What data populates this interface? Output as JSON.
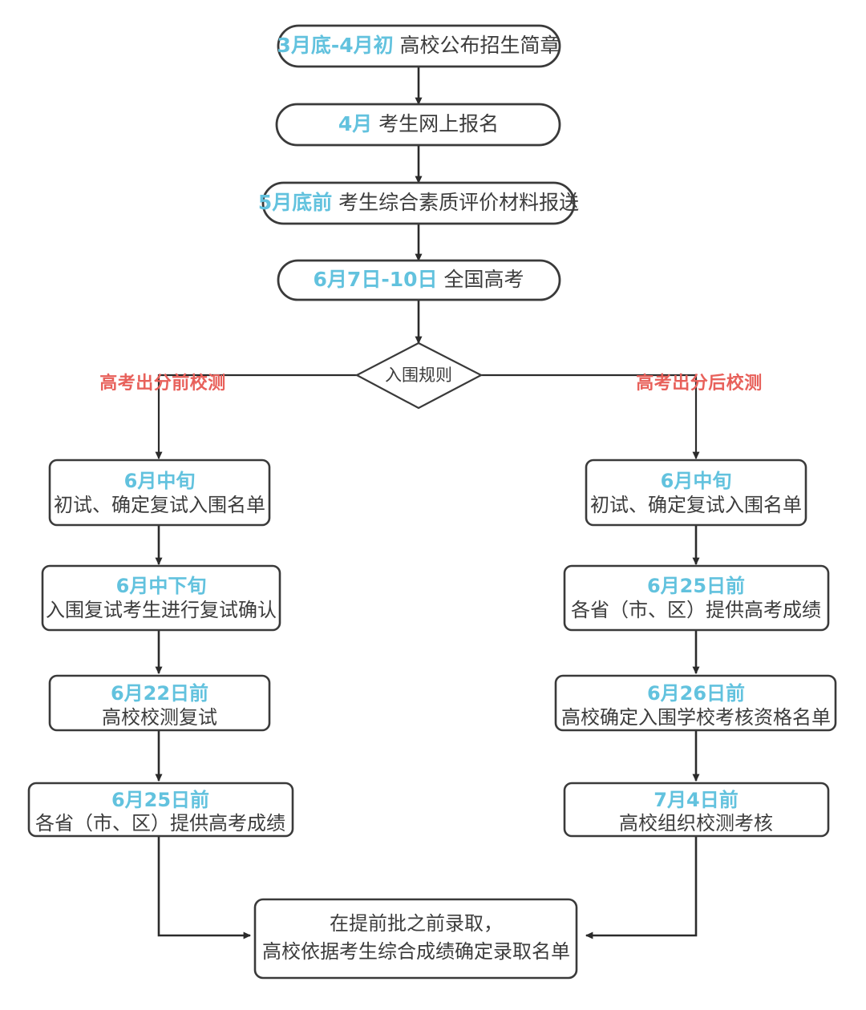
{
  "diagram": {
    "title_semantic": "strong-foundation-plan-admission-timeline-flowchart",
    "colors": {
      "date_blue": "#62c2de",
      "branch_red": "#e8615b",
      "text_gray": "#3c3c3c",
      "line": "#2b2b2b",
      "box_border": "#3a3a3a",
      "background": "#ffffff"
    },
    "main_chain": [
      {
        "id": "n1",
        "shape": "pill",
        "date": "3月底-4月初",
        "text": "高校公布招生简章"
      },
      {
        "id": "n2",
        "shape": "pill",
        "date": "4月",
        "text": "考生网上报名"
      },
      {
        "id": "n3",
        "shape": "pill",
        "date": "5月底前",
        "text": "考生综合素质评价材料报送"
      },
      {
        "id": "n4",
        "shape": "pill",
        "date": "6月7日-10日",
        "text": "全国高考"
      }
    ],
    "decision": {
      "id": "d1",
      "shape": "diamond",
      "text": "入围规则"
    },
    "branches": {
      "left": {
        "label": "高考出分前校测",
        "nodes": [
          {
            "id": "l1",
            "date": "6月中旬",
            "text": "初试、确定复试入围名单"
          },
          {
            "id": "l2",
            "date": "6月中下旬",
            "text": "入围复试考生进行复试确认"
          },
          {
            "id": "l3",
            "date": "6月22日前",
            "text": "高校校测复试"
          },
          {
            "id": "l4",
            "date": "6月25日前",
            "text": "各省（市、区）提供高考成绩"
          }
        ]
      },
      "right": {
        "label": "高考出分后校测",
        "nodes": [
          {
            "id": "r1",
            "date": "6月中旬",
            "text": "初试、确定复试入围名单"
          },
          {
            "id": "r2",
            "date": "6月25日前",
            "text": "各省（市、区）提供高考成绩"
          },
          {
            "id": "r3",
            "date": "6月26日前",
            "text": "高校确定入围学校考核资格名单"
          },
          {
            "id": "r4",
            "date": "7月4日前",
            "text": "高校组织校测考核"
          }
        ]
      }
    },
    "final": {
      "id": "f1",
      "shape": "rect",
      "line1": "在提前批之前录取，",
      "line2": "高校依据考生综合成绩确定录取名单"
    }
  }
}
